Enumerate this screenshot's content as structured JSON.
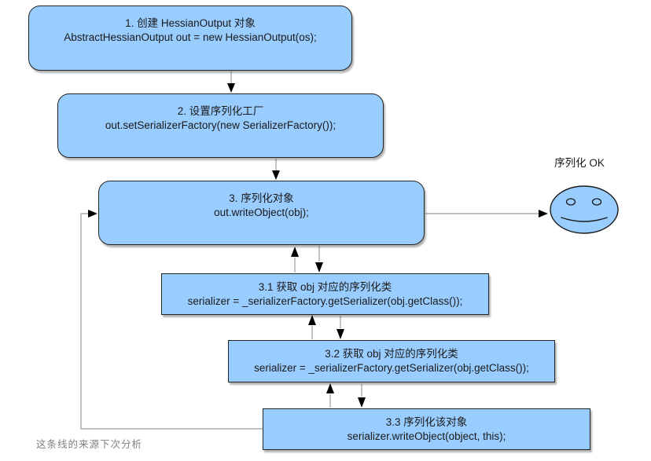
{
  "diagram": {
    "nodes": {
      "step1": {
        "title": "1. 创建 HessianOutput 对象",
        "code": "AbstractHessianOutput out = new HessianOutput(os);"
      },
      "step2": {
        "title": "2. 设置序列化工厂",
        "code": "out.setSerializerFactory(new SerializerFactory());"
      },
      "step3": {
        "title": "3. 序列化对象",
        "code": "out.writeObject(obj);"
      },
      "step31": {
        "title": "3.1 获取 obj 对应的序列化类",
        "code": "serializer = _serializerFactory.getSerializer(obj.getClass());"
      },
      "step32": {
        "title": "3.2 获取 obj 对应的序列化类",
        "code": "serializer = _serializerFactory.getSerializer(obj.getClass());"
      },
      "step33": {
        "title": "3.3 序列化该对象",
        "code": "serializer.writeObject(object, this);"
      }
    },
    "result_label": "序列化 OK",
    "note": "这条线的来源下次分析",
    "colors": {
      "node_fill": "#99ccff",
      "node_border": "#242424",
      "connector": "#9e9e9e",
      "arrowhead": "#000000",
      "note_text": "#808080",
      "text": "#1a1a1a",
      "canvas_bg": "#ffffff"
    }
  }
}
